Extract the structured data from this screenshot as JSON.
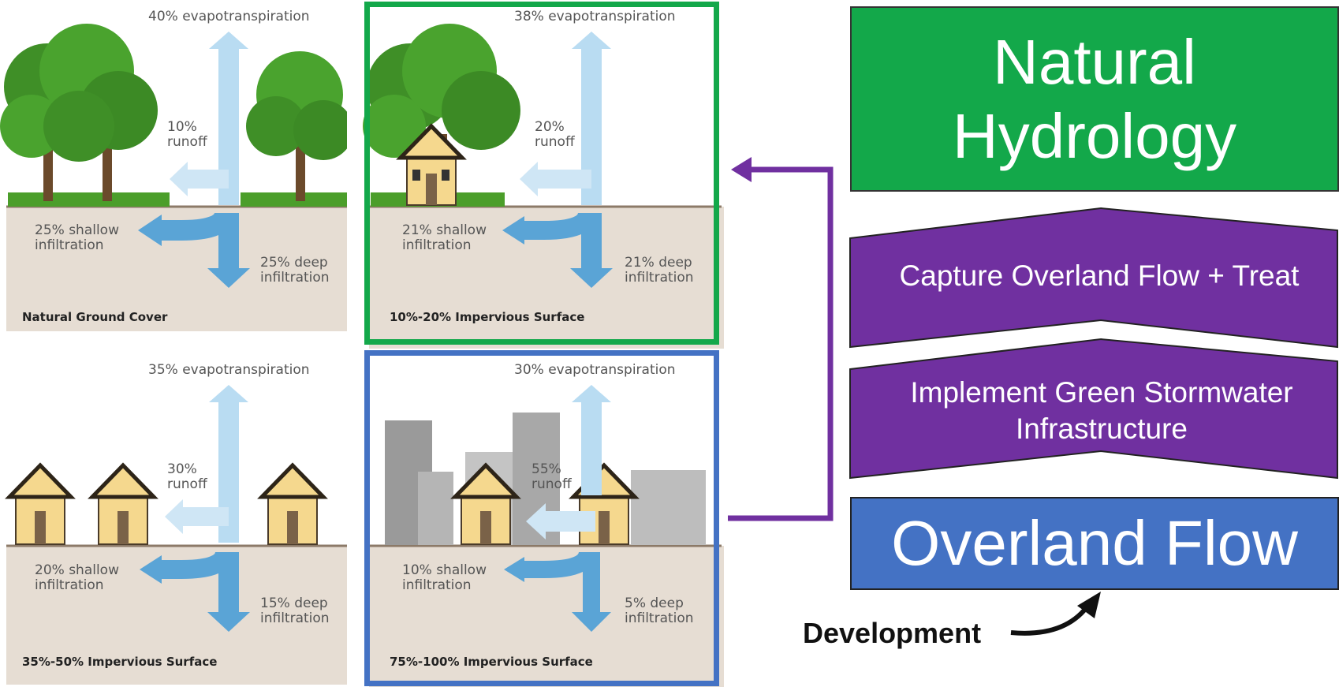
{
  "panels": [
    {
      "id": "natural",
      "evapotranspiration": "40% evapotranspiration",
      "runoff": "10%\nrunoff",
      "shallow": "25% shallow\ninfiltration",
      "deep": "25% deep\ninfiltration",
      "caption": "Natural Ground Cover"
    },
    {
      "id": "low",
      "evapotranspiration": "38% evapotranspiration",
      "runoff": "20%\nrunoff",
      "shallow": "21% shallow\ninfiltration",
      "deep": "21% deep\ninfiltration",
      "caption": "10%-20% Impervious Surface"
    },
    {
      "id": "medium",
      "evapotranspiration": "35% evapotranspiration",
      "runoff": "30%\nrunoff",
      "shallow": "20% shallow\ninfiltration",
      "deep": "15% deep\ninfiltration",
      "caption": "35%-50% Impervious Surface"
    },
    {
      "id": "high",
      "evapotranspiration": "30% evapotranspiration",
      "runoff": "55%\nrunoff",
      "shallow": "10% shallow\ninfiltration",
      "deep": "5% deep\ninfiltration",
      "caption": "75%-100% Impervious Surface"
    }
  ],
  "natural_hydrology": "Natural Hydrology",
  "steps": [
    "Capture Overland Flow + Treat",
    "Implement Green Stormwater Infrastructure"
  ],
  "overland_flow": "Overland Flow",
  "development": "Development",
  "colors": {
    "green": "#13a84a",
    "purple": "#7030a0",
    "blue": "#4472c4",
    "ground": "#e6ddd3",
    "arrow": "#5aa4d6"
  }
}
